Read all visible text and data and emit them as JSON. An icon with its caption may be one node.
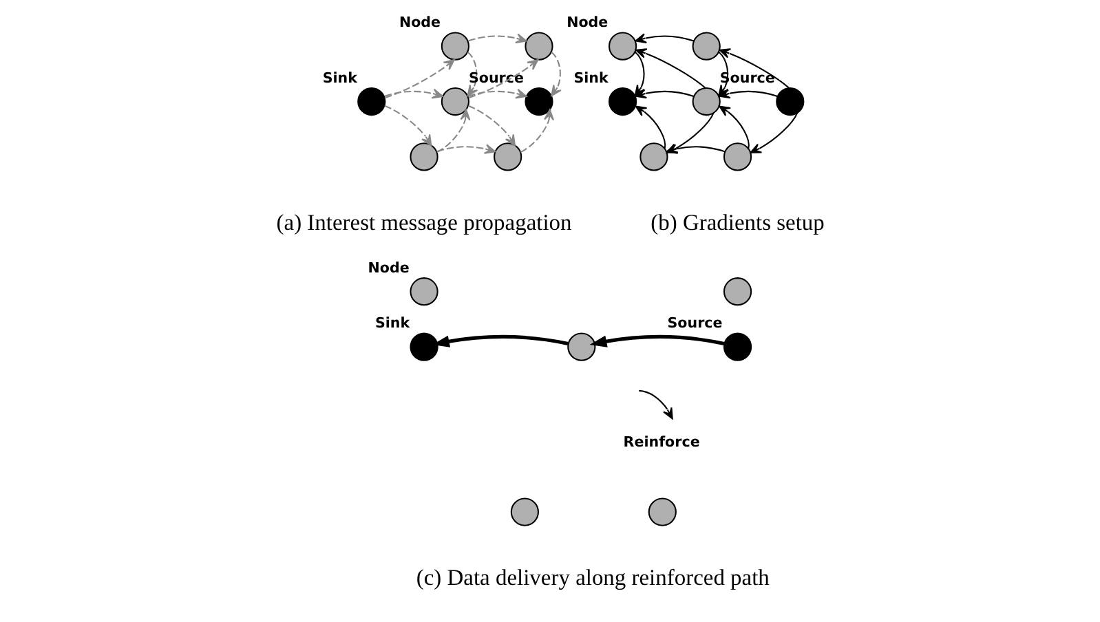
{
  "diagram": {
    "nodes": [
      {
        "text": [],
        "shape": "circle",
        "beside": [
          "Node"
        ]
      },
      {
        "text": [],
        "shape": "circle"
      },
      {
        "text": [],
        "shape": "circle",
        "beside": [
          "Sink"
        ]
      },
      {
        "text": [],
        "shape": "circle"
      },
      {
        "text": [],
        "shape": "circle",
        "beside": [
          "Source"
        ]
      },
      {
        "text": [],
        "shape": "circle"
      },
      {
        "text": [],
        "shape": "circle"
      },
      {
        "text": [],
        "shape": "circle",
        "beside": [
          "Node"
        ]
      },
      {
        "text": [],
        "shape": "circle"
      },
      {
        "text": [],
        "shape": "circle",
        "beside": [
          "Sink"
        ]
      },
      {
        "text": [],
        "shape": "circle"
      },
      {
        "text": [],
        "shape": "circle",
        "beside": [
          "Source"
        ]
      },
      {
        "text": [],
        "shape": "circle"
      },
      {
        "text": [],
        "shape": "circle"
      },
      {
        "text": [],
        "shape": "circle",
        "beside": [
          "Node"
        ]
      },
      {
        "text": [],
        "shape": "circle"
      },
      {
        "text": [],
        "shape": "circle",
        "beside": [
          "Sink"
        ]
      },
      {
        "text": [],
        "shape": "circle"
      },
      {
        "text": [],
        "shape": "circle",
        "beside": [
          "Source"
        ]
      },
      {
        "text": [
          "Reinforce"
        ]
      },
      {
        "text": [],
        "shape": "circle"
      },
      {
        "text": [],
        "shape": "circle"
      }
    ],
    "edges": [
      {
        "from": 2,
        "to": 0,
        "arrow": "to",
        "style": "dashed",
        "color": "#888888"
      },
      {
        "from": 2,
        "to": 3,
        "arrow": "to",
        "style": "dashed",
        "color": "#888888"
      },
      {
        "from": 2,
        "to": 5,
        "arrow": "to",
        "style": "dashed",
        "color": "#888888"
      },
      {
        "from": 0,
        "to": 1,
        "arrow": "to",
        "style": "dashed",
        "color": "#888888"
      },
      {
        "from": 0,
        "to": 3,
        "arrow": "to",
        "style": "dashed",
        "color": "#888888"
      },
      {
        "from": 3,
        "to": 1,
        "arrow": "to",
        "style": "dashed",
        "color": "#888888"
      },
      {
        "from": 3,
        "to": 4,
        "arrow": "to",
        "style": "dashed",
        "color": "#888888"
      },
      {
        "from": 3,
        "to": 6,
        "arrow": "to",
        "style": "dashed",
        "color": "#888888"
      },
      {
        "from": 5,
        "to": 3,
        "arrow": "to",
        "style": "dashed",
        "color": "#888888"
      },
      {
        "from": 5,
        "to": 6,
        "arrow": "to",
        "style": "dashed",
        "color": "#888888"
      },
      {
        "from": 1,
        "to": 4,
        "arrow": "to",
        "style": "dashed",
        "color": "#888888"
      },
      {
        "from": 6,
        "to": 4,
        "arrow": "to",
        "style": "dashed",
        "color": "#888888"
      },
      {
        "from": 7,
        "to": 9,
        "arrow": "to"
      },
      {
        "from": 10,
        "to": 9,
        "arrow": "to"
      },
      {
        "from": 12,
        "to": 9,
        "arrow": "to"
      },
      {
        "from": 8,
        "to": 7,
        "arrow": "to"
      },
      {
        "from": 10,
        "to": 7,
        "arrow": "to"
      },
      {
        "from": 8,
        "to": 10,
        "arrow": "to"
      },
      {
        "from": 10,
        "to": 12,
        "arrow": "to"
      },
      {
        "from": 11,
        "to": 8,
        "arrow": "to"
      },
      {
        "from": 11,
        "to": 10,
        "arrow": "to"
      },
      {
        "from": 11,
        "to": 13,
        "arrow": "to"
      },
      {
        "from": 13,
        "to": 10,
        "arrow": "to"
      },
      {
        "from": 13,
        "to": 12,
        "arrow": "to"
      },
      {
        "from": 18,
        "to": 17,
        "arrow": "to",
        "style": "thick"
      },
      {
        "from": 17,
        "to": 16,
        "arrow": "to",
        "style": "thick"
      },
      {
        "from": null,
        "to": 19,
        "arrow": "to"
      }
    ],
    "labels": [
      "(a) Interest message propagation",
      "(b) Gradients setup",
      "(c) Data delivery along reinforced path"
    ]
  }
}
